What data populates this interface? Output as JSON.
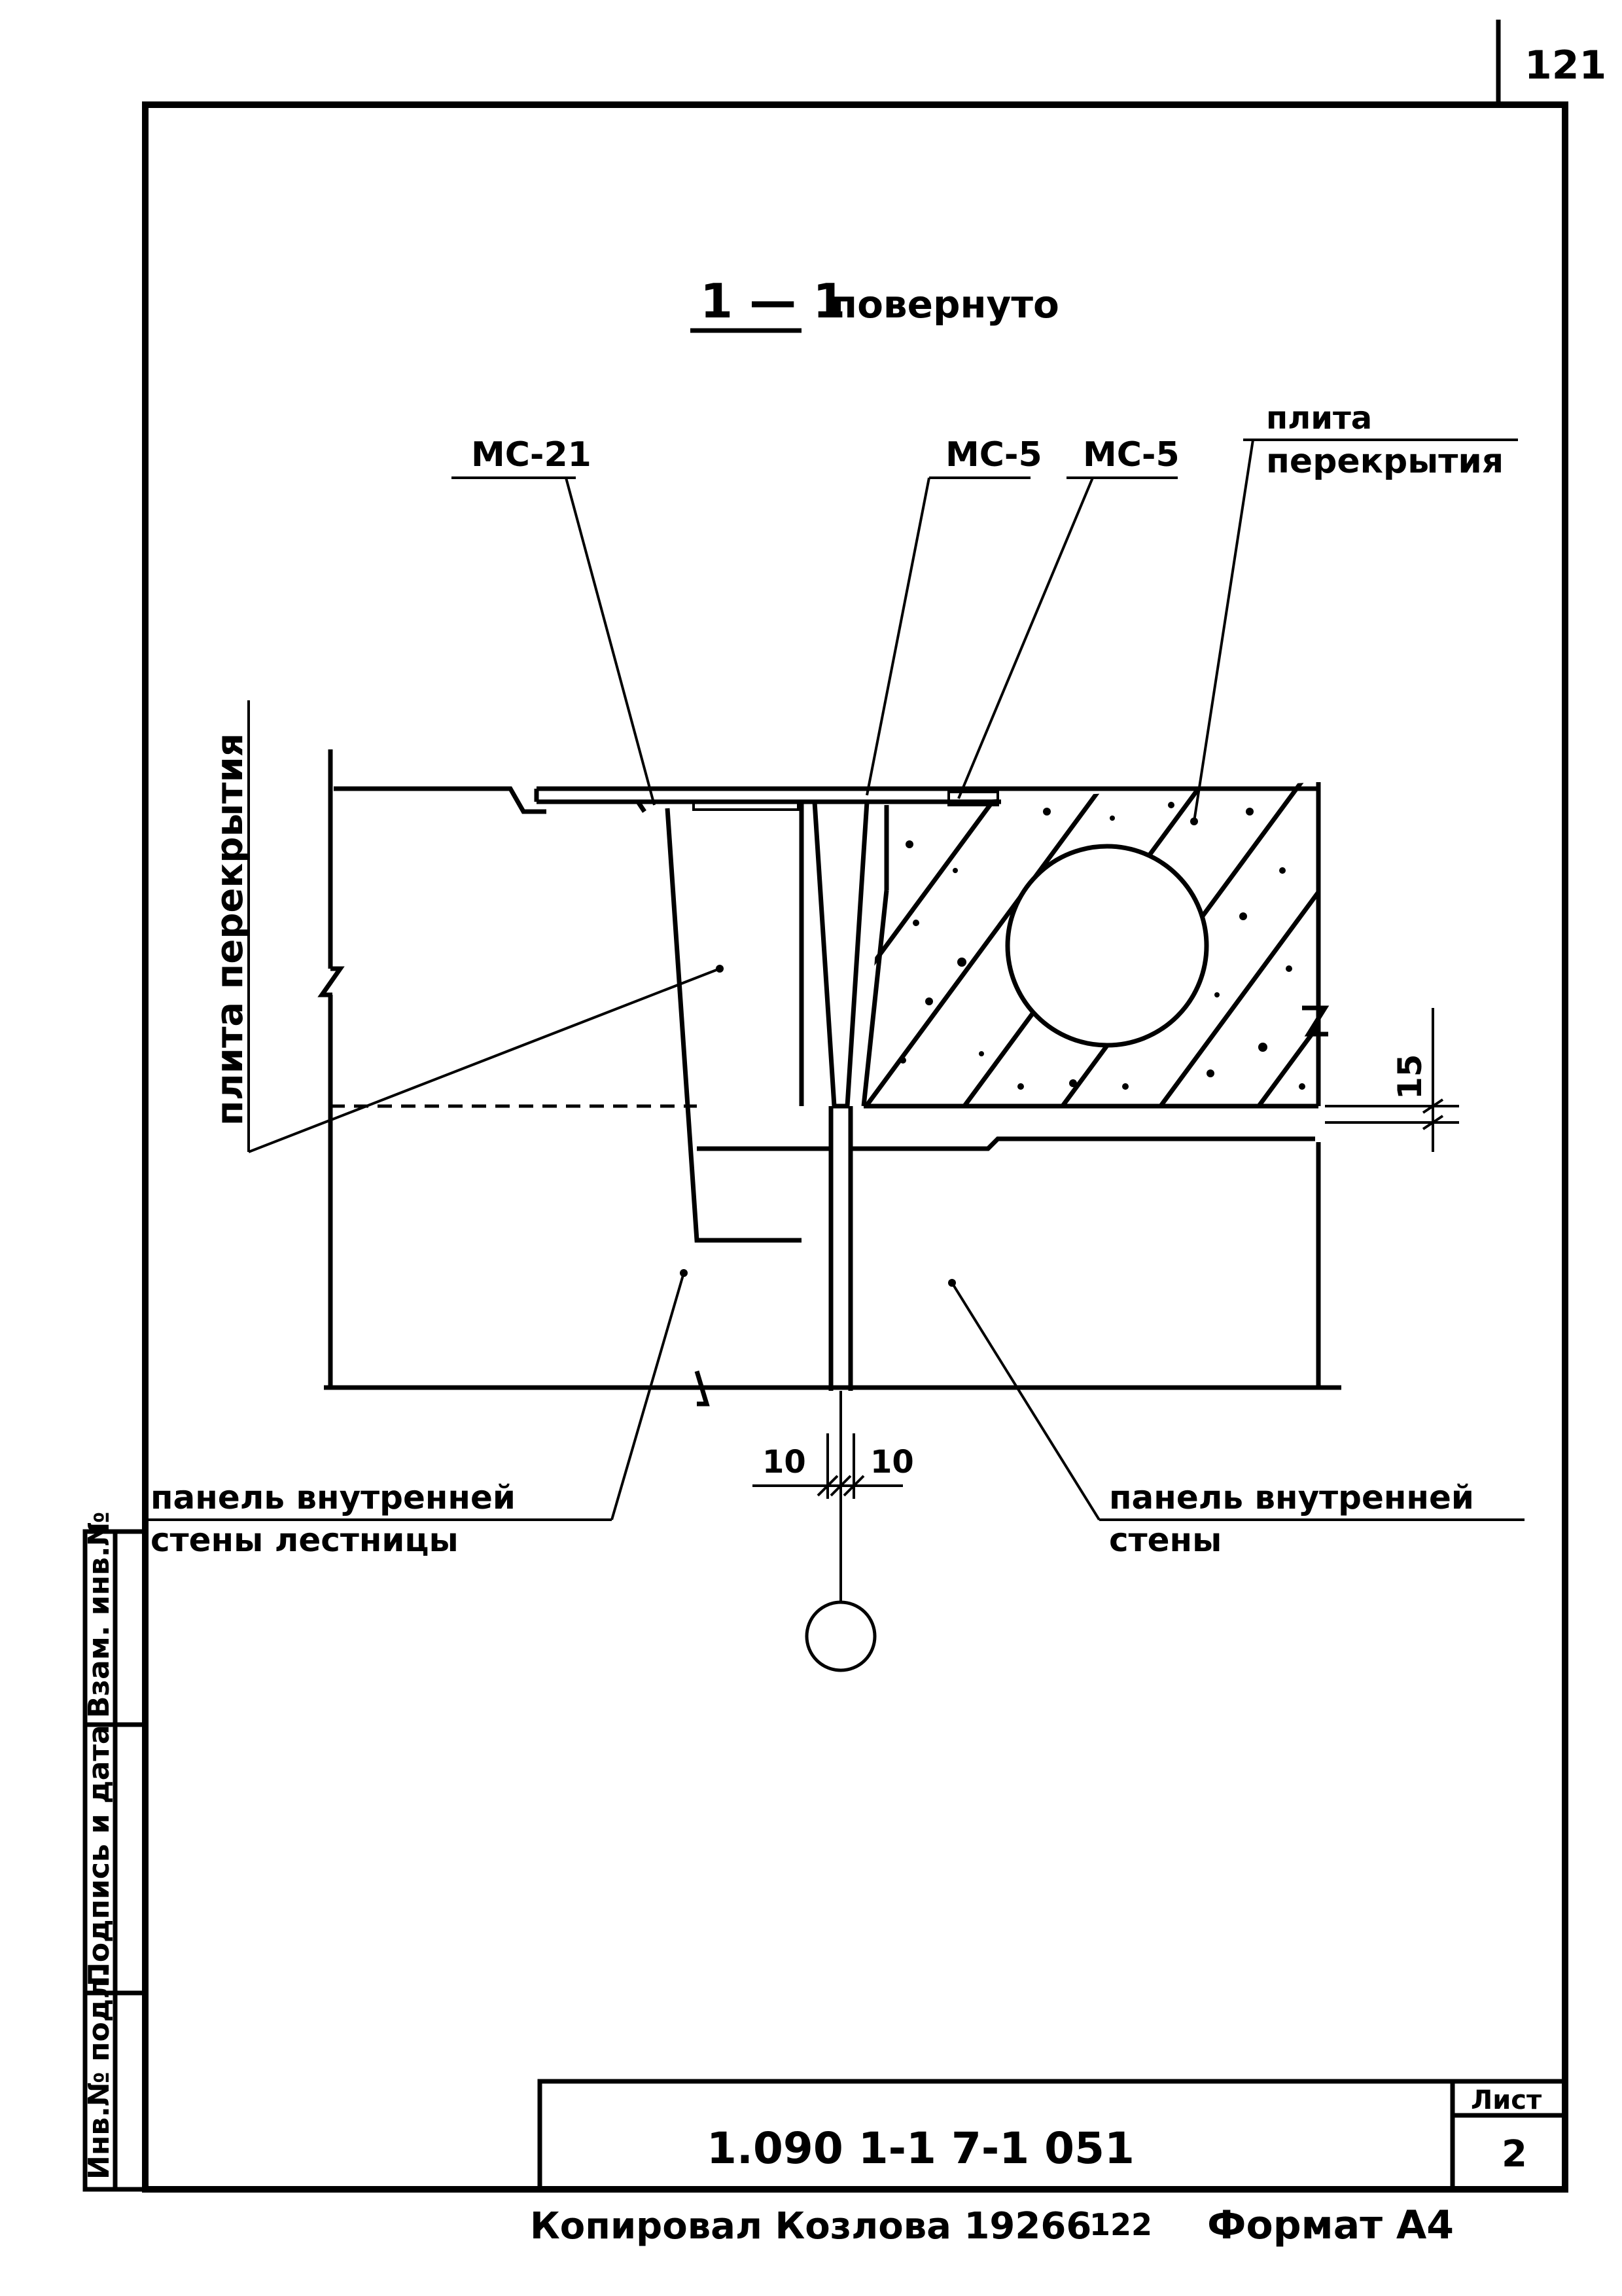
{
  "page": {
    "page_number": "121",
    "section_title_num": "1 — 1",
    "section_title_text": "повернуто"
  },
  "labels": {
    "mc21": "МС-21",
    "mc5a": "МС-5",
    "mc5b": "МС-5",
    "slab_right_l1": "плита",
    "slab_right_l2": "перекрытия",
    "slab_left_vertical": "плита перекрытия",
    "panel_stair_l1": "панель внутренней",
    "panel_stair_l2": "стены лестницы",
    "panel_inner_l1": "панель внутренней",
    "panel_inner_l2": "стены"
  },
  "dimensions": {
    "d15": "15",
    "d10_left": "10",
    "d10_right": "10"
  },
  "side_stamp": {
    "inv_no": "Инв.№ подл.",
    "sign_date": "Подпись и дата",
    "replace_inv": "Взам. инв.№"
  },
  "title_block": {
    "doc_code": "1.090 1-1 7-1 051",
    "sheet_label": "Лист",
    "sheet_number": "2"
  },
  "footer": {
    "copied_by": "Копировал Козлова 19266",
    "number": "122",
    "format": "Формат А4"
  }
}
